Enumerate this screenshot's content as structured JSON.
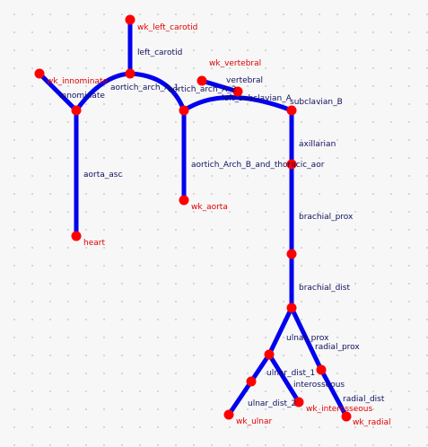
{
  "colors": {
    "vessel": "#0000ee",
    "node": "#ff0000",
    "vessel_label": "#101060",
    "terminal_label": "#e00000"
  },
  "vessel_labels": {
    "left_carotid": "left_carotid",
    "aortic_arch_a": "aortich_arch_A_1",
    "aortic_arch_a2": "aortich_arch_A_2",
    "innominate": "innominate",
    "vertebral": "vertebral",
    "left_subclavian_a": "left_subclavian_A",
    "subclavian_b": "subclavian_B",
    "aorta_asc": "aorta_asc",
    "aortic_arch_b": "aortich_Arch_B_and_thoracic_aor",
    "axillarian": "axillarian",
    "brachial_prox": "brachial_prox",
    "brachial_dist": "brachial_dist",
    "ulnar_prox": "ulnar_prox",
    "radial_prox": "radial_prox",
    "ulnar_dist_1": "ulnar_dist_1",
    "interosseous": "interosseous",
    "ulnar_dist_2": "ulnar_dist_2",
    "radial_dist": "radial_dist"
  },
  "terminal_labels": {
    "wk_left_carotid": "wk_left_carotid",
    "wk_innominate": "wk_innominate",
    "wk_vertebral": "wk_vertebral",
    "wk_aorta": "wk_aorta",
    "heart": "heart",
    "wk_ulnar": "wk_ulnar",
    "wk_interosseous": "wk_interosseous",
    "wk_radial": "wk_radial"
  }
}
